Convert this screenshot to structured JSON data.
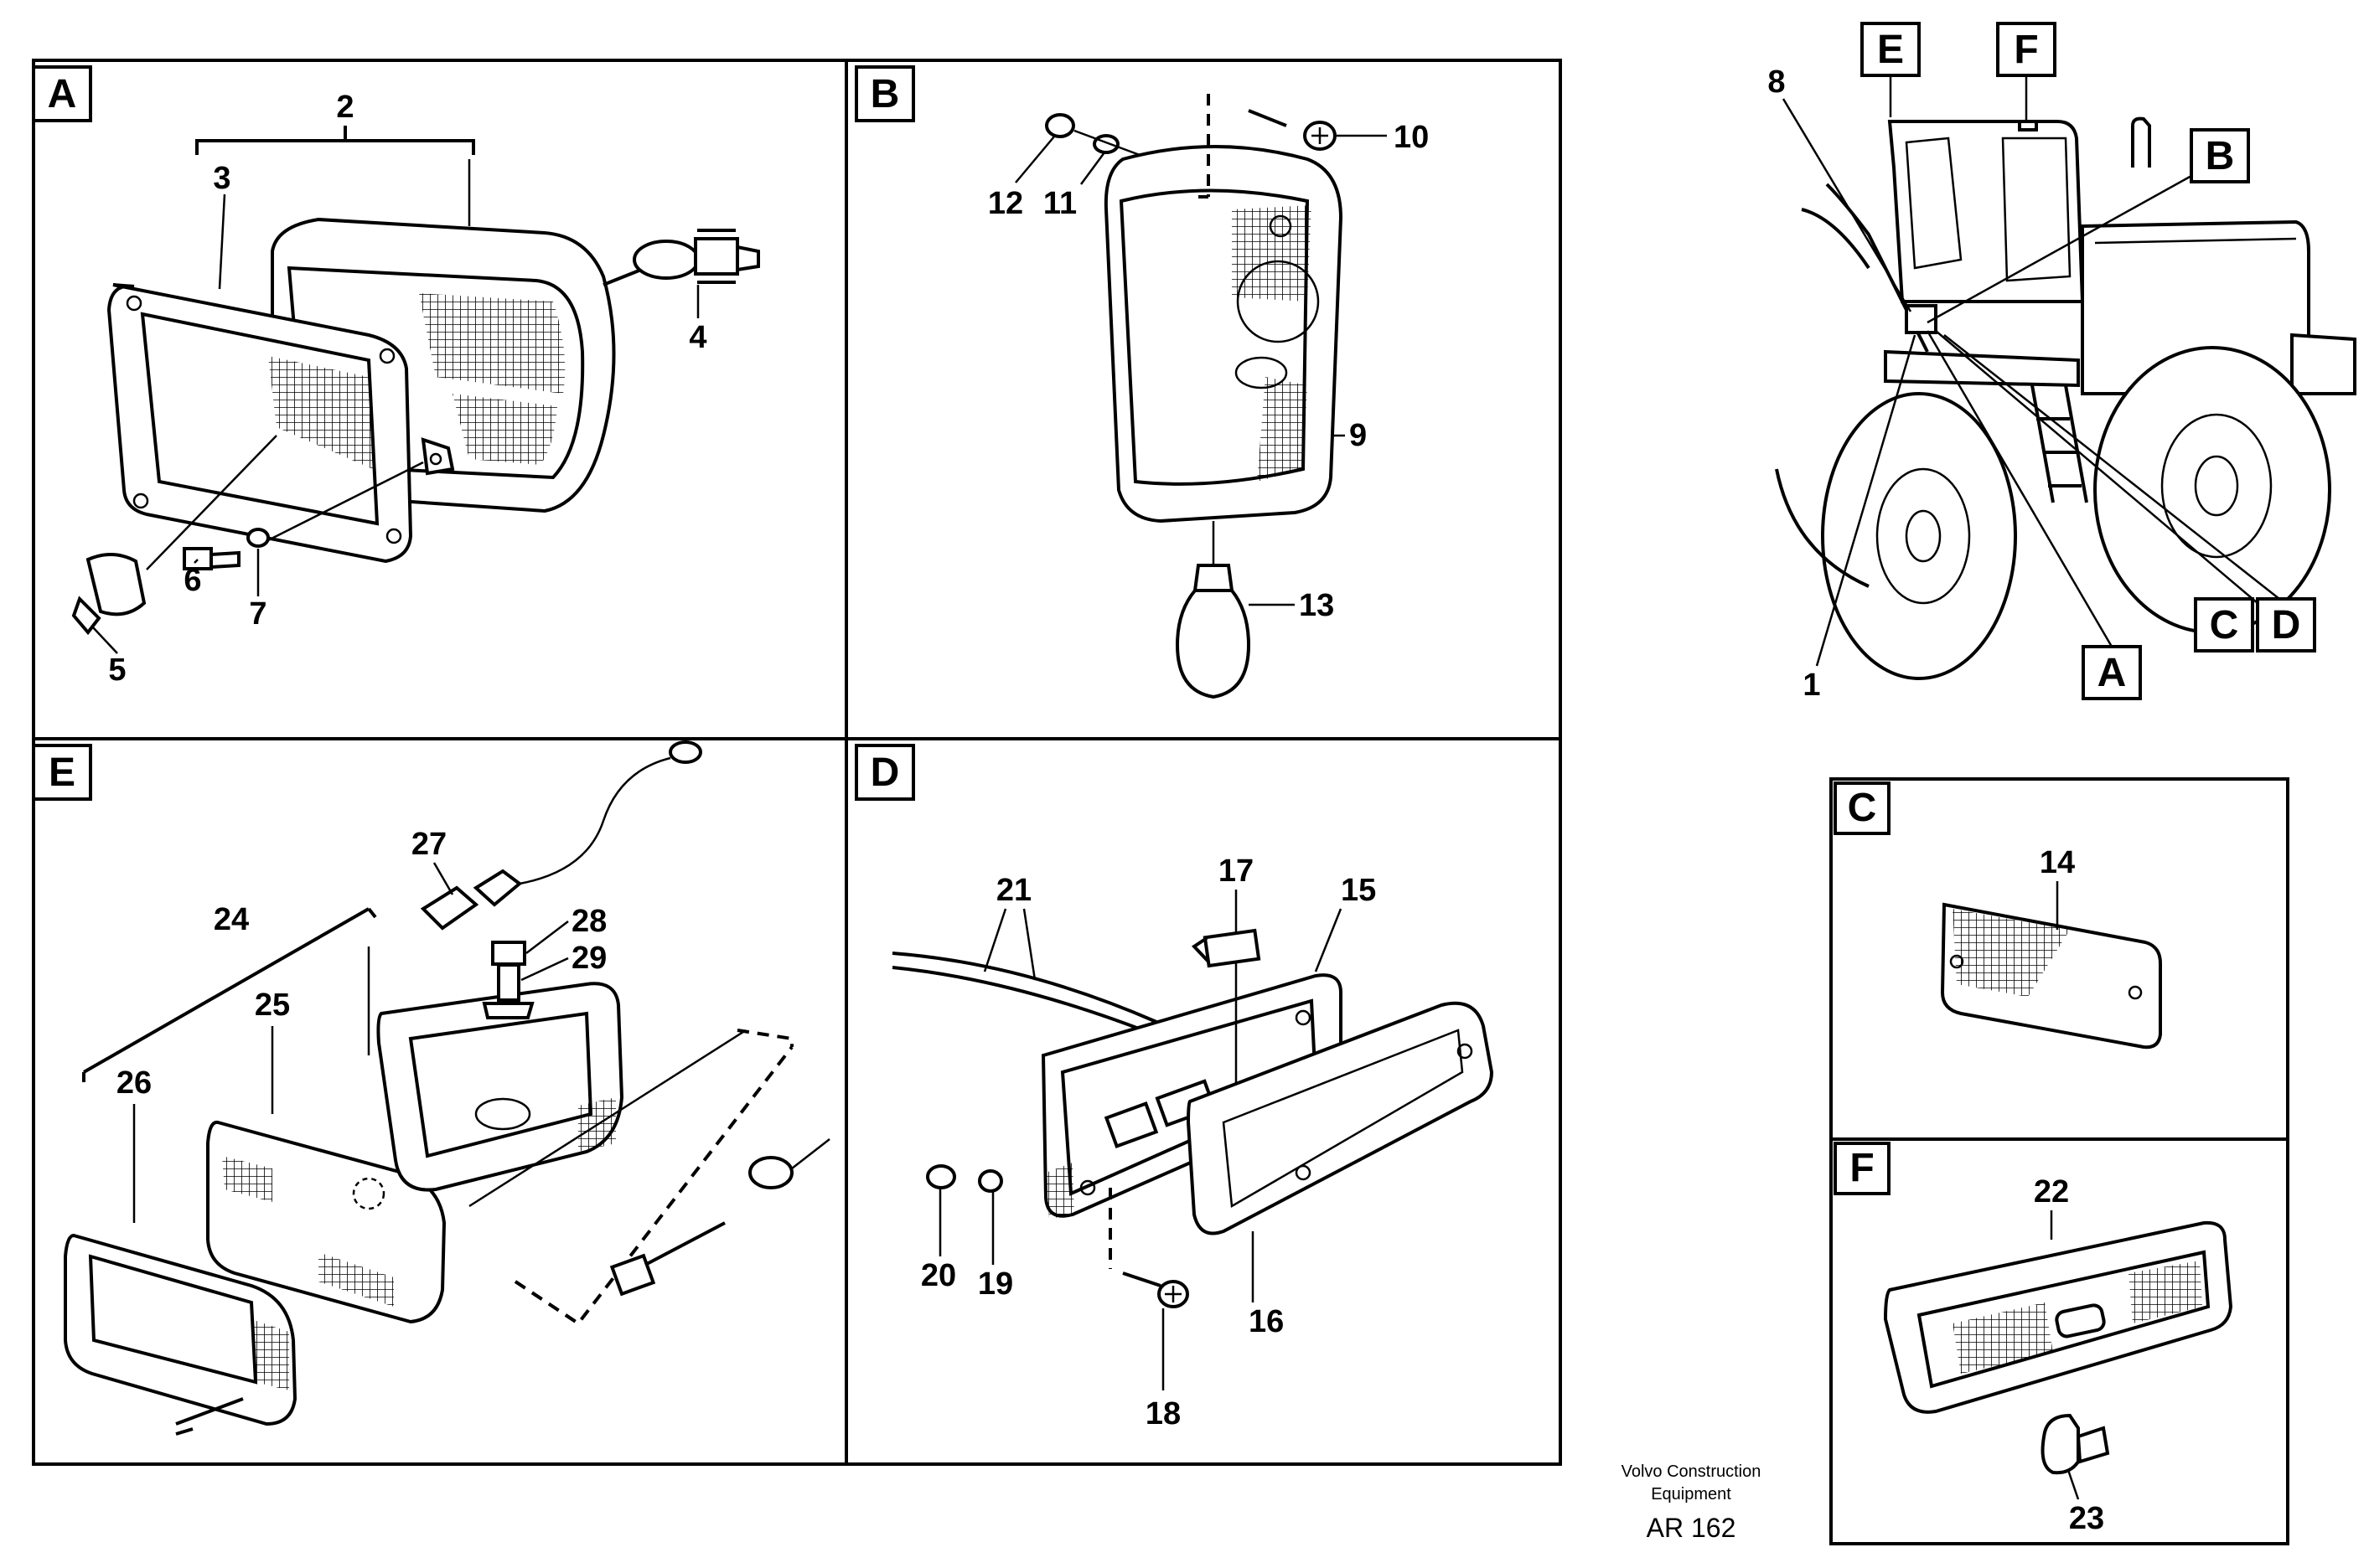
{
  "panels": {
    "A": {
      "label": "A",
      "callouts": [
        "2",
        "3",
        "4",
        "5",
        "6",
        "7"
      ]
    },
    "B": {
      "label": "B",
      "callouts": [
        "9",
        "10",
        "11",
        "12",
        "13"
      ]
    },
    "E": {
      "label": "E",
      "callouts": [
        "24",
        "25",
        "26",
        "27",
        "28",
        "29"
      ]
    },
    "D": {
      "label": "D",
      "callouts": [
        "15",
        "16",
        "17",
        "18",
        "19",
        "20",
        "21"
      ]
    },
    "C": {
      "label": "C",
      "callouts": [
        "14"
      ]
    },
    "F": {
      "label": "F",
      "callouts": [
        "22",
        "23"
      ]
    }
  },
  "overview": {
    "tags": [
      "E",
      "F",
      "B",
      "C",
      "D",
      "A"
    ],
    "callouts": [
      "8",
      "1"
    ]
  },
  "footer": {
    "line1": "Volvo Construction",
    "line2": "Equipment",
    "code": "AR 162"
  }
}
